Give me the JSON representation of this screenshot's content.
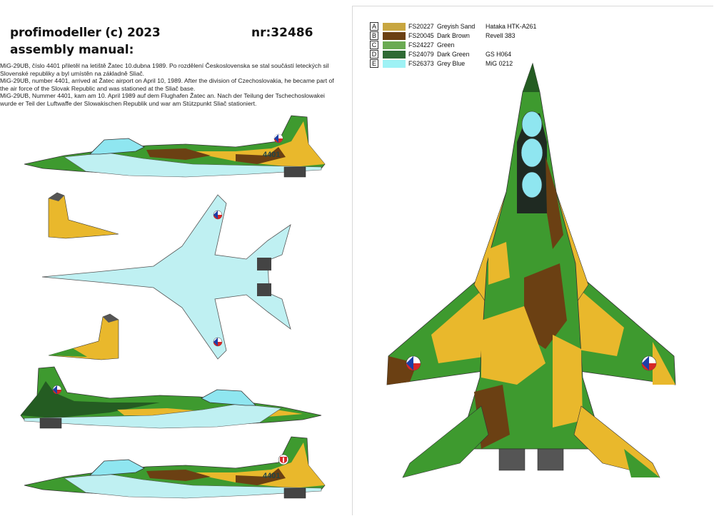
{
  "header": {
    "brand_line1": "profimodeller (c) 2023",
    "brand_line2": "assembly manual:",
    "catalog_number": "nr:32486"
  },
  "description": [
    "MiG-29UB, číslo 4401 přiletěl na letiště Žatec 10.dubna 1989. Po rozdělení Československa se stal součástí leteckých sil Slovenské republiky a byl umístěn na základně Sliač.",
    "MiG-29UB, number 4401, arrived at Žatec airport on April 10, 1989. After the division of  Czechoslovakia, he became part of the air force of the Slovak Republic and was stationed at the Sliač base.",
    "MiG-29UB, Nummer 4401, kam am 10. April 1989 auf dem Flughafen Žatec an. Nach der Teilung der Tschechoslowakei wurde er Teil der Luftwaffe der Slowakischen Republik und war am Stützpunkt Sliač stationiert."
  ],
  "legend": [
    {
      "letter": "A",
      "code": "FS20227",
      "name": "Greyish Sand",
      "ref": "Hataka HTK-A261",
      "color": "#c8a640"
    },
    {
      "letter": "B",
      "code": "FS20045",
      "name": "Dark Brown",
      "ref": "Revell 383",
      "color": "#6b4013"
    },
    {
      "letter": "C",
      "code": "FS24227",
      "name": "Green",
      "ref": "",
      "color": "#6aaa52"
    },
    {
      "letter": "D",
      "code": "FS24079",
      "name": "Dark Green",
      "ref": "GS  H064",
      "color": "#2f6a34"
    },
    {
      "letter": "E",
      "code": "FS26373",
      "name": "Grey Blue",
      "ref": "MiG 0212",
      "color": "#9ef2f5"
    }
  ],
  "markings": {
    "tail_number": "4401"
  },
  "colors": {
    "sand": "#e9b82c",
    "brown": "#6b4013",
    "green": "#3e9a2f",
    "dark_green": "#245c22",
    "grey_blue": "#bff0f2",
    "canopy": "#8fe6f0"
  },
  "icons": {
    "roundel_cz": "czechoslovak-roundel-icon",
    "roundel_sk": "slovak-roundel-icon"
  }
}
